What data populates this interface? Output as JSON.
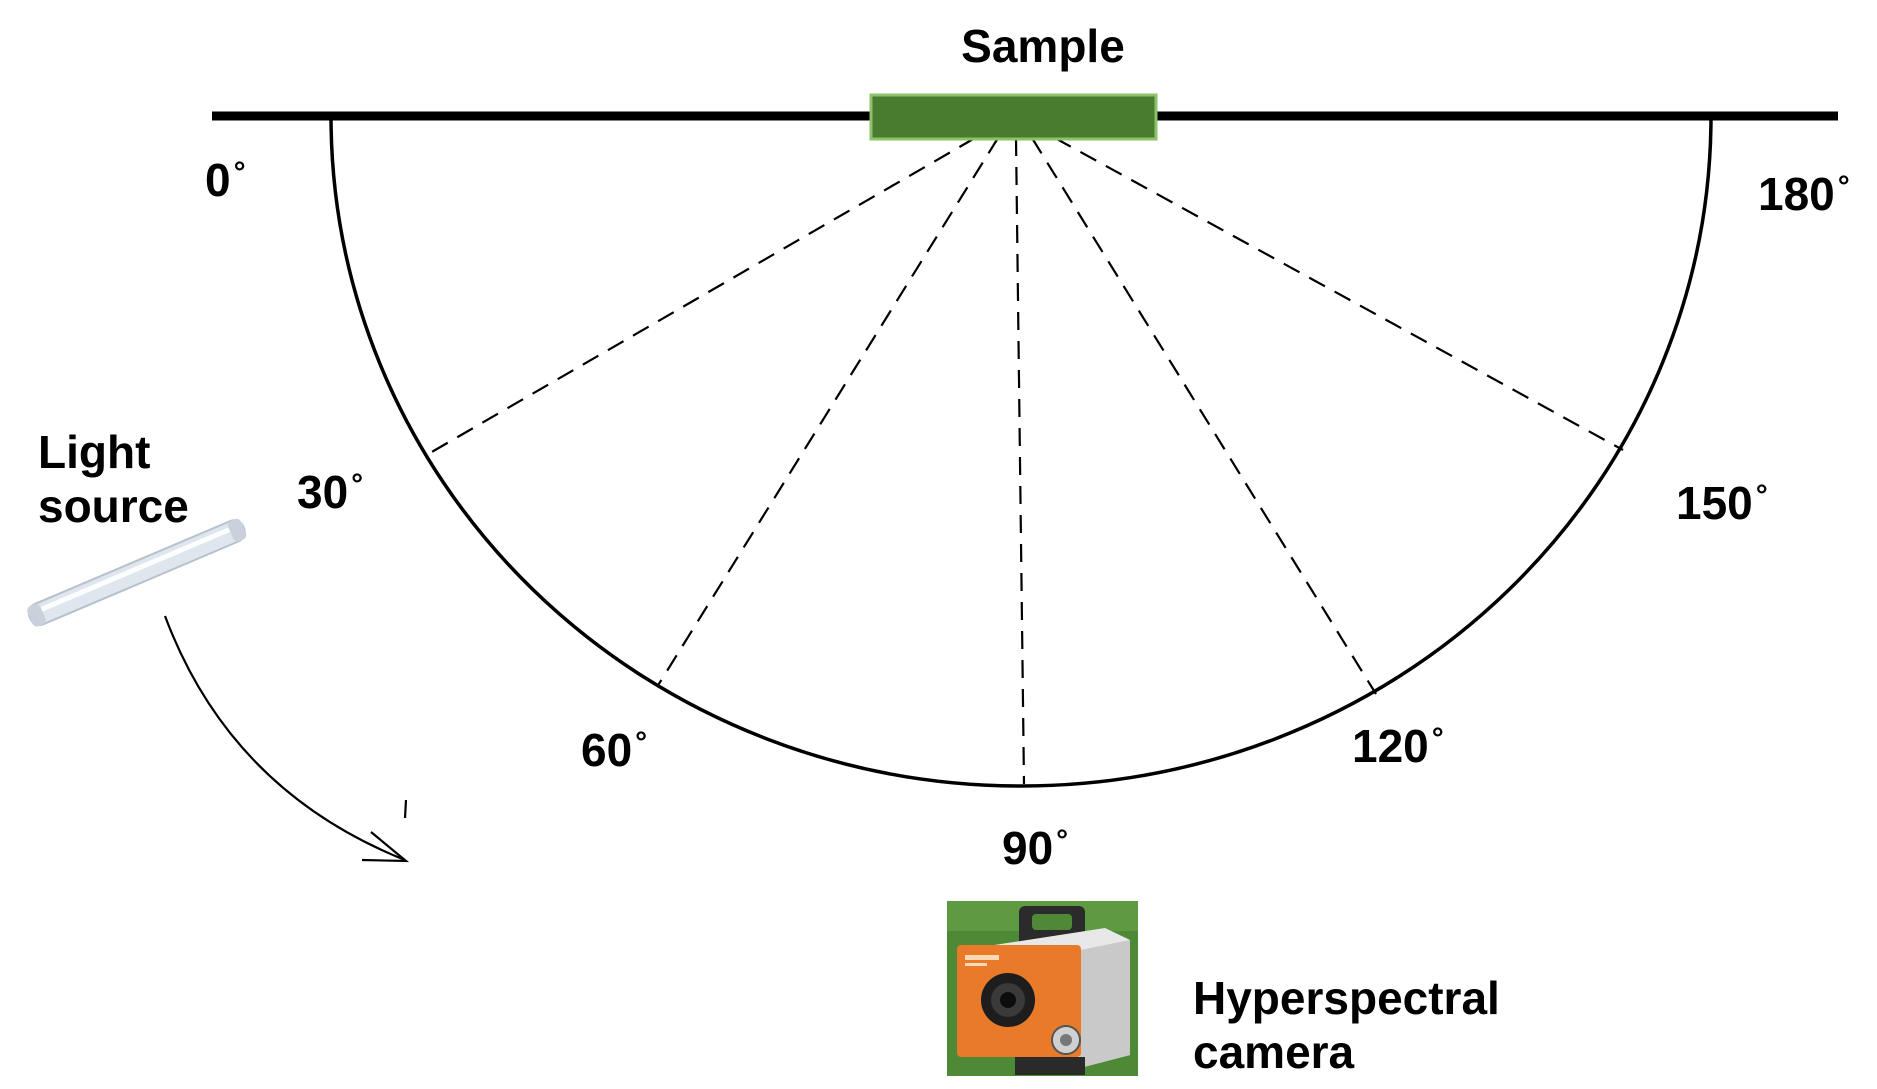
{
  "colors": {
    "line": "#000000",
    "sample_fill": "#4a7c2f",
    "sample_border": "#8dc26b",
    "camera_body": "#e87a2a",
    "camera_background": "#4e8a35",
    "lamp": "#dfe6ee"
  },
  "sample": {
    "label": "Sample"
  },
  "light_source": {
    "label_line1": "Light",
    "label_line2": "source",
    "icon": "fluorescent-tube-lamp"
  },
  "camera": {
    "label_line1": "Hyperspectral",
    "label_line2": "camera",
    "icon": "hyperspectral-camera-photo"
  },
  "angles": [
    {
      "value": "0",
      "unit": "°"
    },
    {
      "value": "30",
      "unit": "°"
    },
    {
      "value": "60",
      "unit": "°"
    },
    {
      "value": "90",
      "unit": "°"
    },
    {
      "value": "120",
      "unit": "°"
    },
    {
      "value": "150",
      "unit": "°"
    },
    {
      "value": "180",
      "unit": "°"
    }
  ]
}
